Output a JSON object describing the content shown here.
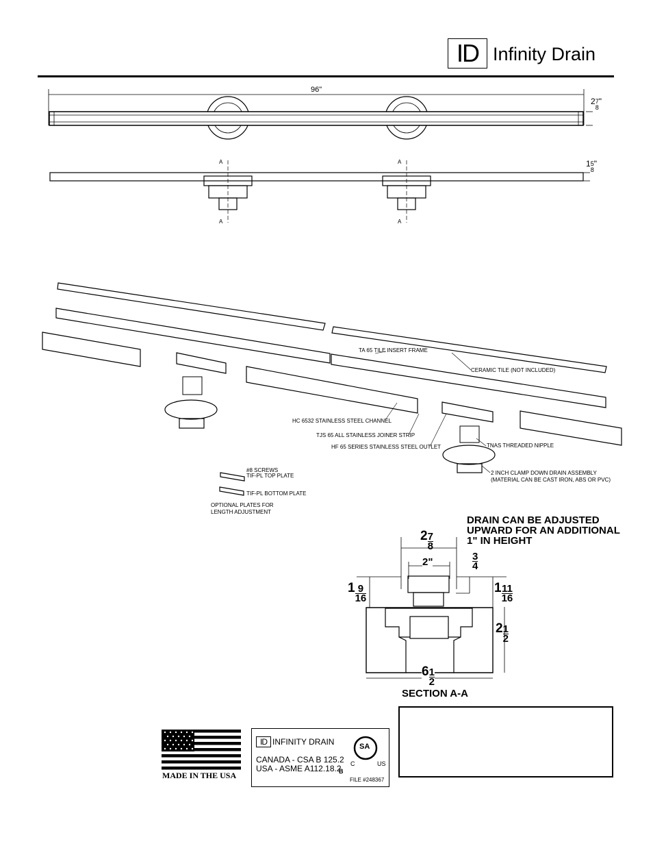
{
  "header": {
    "logo_mark": "ID",
    "brand": "Infinity Drain"
  },
  "top_view": {
    "length": "96\"",
    "width_whole": "2",
    "width_num": "7",
    "width_den": "8"
  },
  "side_view": {
    "height_whole": "1",
    "height_num": "5",
    "height_den": "8",
    "section_mark": "A"
  },
  "exploded": {
    "labels": [
      "TA 65 TILE INSERT FRAME",
      "CERAMIC TILE (NOT INCLUDED)",
      "HC 6532 STAINLESS STEEL CHANNEL",
      "TJS 65 ALL STAINLESS JOINER STRIP",
      "HF 65 SERIES STAINLESS STEEL OUTLET",
      "TNAS THREADED NIPPLE",
      "2 INCH CLAMP DOWN DRAIN ASSEMBLY",
      "(MATERIAL CAN BE CAST IRON, ABS OR PVC)"
    ],
    "plates": [
      "#8 SCREWS",
      "TIF-PL TOP PLATE",
      "TIF-PL BOTTOM PLATE",
      "OPTIONAL PLATES FOR",
      "LENGTH ADJUSTMENT"
    ]
  },
  "section": {
    "note": [
      "DRAIN CAN BE ADJUSTED",
      "UPWARD FOR AN ADDITIONAL",
      "1\" IN HEIGHT"
    ],
    "top_w": {
      "whole": "2",
      "num": "7",
      "den": "8"
    },
    "inner_w": "2\"",
    "flange": {
      "num": "3",
      "den": "4"
    },
    "left_h": {
      "whole": "1",
      "num": "9",
      "den": "16"
    },
    "right_h": {
      "whole": "1",
      "num": "11",
      "den": "16"
    },
    "body_h": {
      "whole": "2",
      "num": "1",
      "den": "2"
    },
    "base_w": {
      "whole": "6",
      "num": "1",
      "den": "2"
    },
    "title": "SECTION A-A"
  },
  "footer": {
    "flag_caption": "MADE IN THE USA",
    "cert_mark": "ID",
    "cert_brand": "INFINITY DRAIN",
    "cert_line1": "CANADA - CSA B 125.2",
    "cert_line2": "USA - ASME A112.18.2",
    "cert_b": "B",
    "csa_c": "C",
    "csa_us": "US",
    "csa_mark": "SA",
    "file_no": "FILE #248367"
  }
}
